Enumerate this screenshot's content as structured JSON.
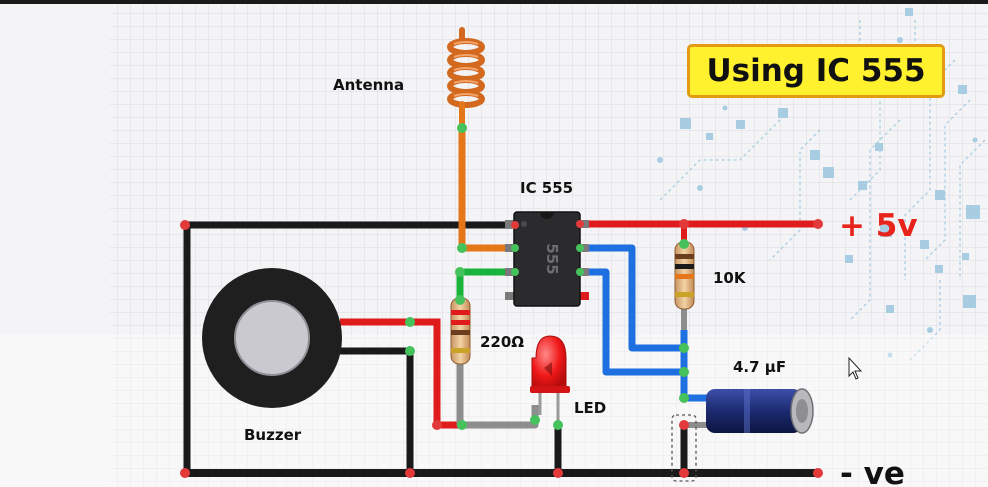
{
  "title": "Using IC 555",
  "labels": {
    "antenna": "Antenna",
    "ic": "IC 555",
    "chip_marking": "555",
    "supply_positive": "+ 5v",
    "resistor_10k": "10K",
    "resistor_220": "220Ω",
    "capacitor": "4.7 µF",
    "led": "LED",
    "buzzer": "Buzzer",
    "supply_negative": "- ve"
  },
  "colors": {
    "title_bg": "#fff12e",
    "title_border": "#e39b12",
    "positive_text": "#e8231c",
    "wire_red": "#e01b1b",
    "wire_black": "#1a1a1a",
    "wire_orange": "#e5761a",
    "wire_green": "#19b33c",
    "wire_blue": "#1e6fe0",
    "wire_gray": "#8d8d8d",
    "led_red": "#f01818",
    "capacitor_body": "#1b2a70",
    "circuit_decor": "#9fc7e0"
  }
}
